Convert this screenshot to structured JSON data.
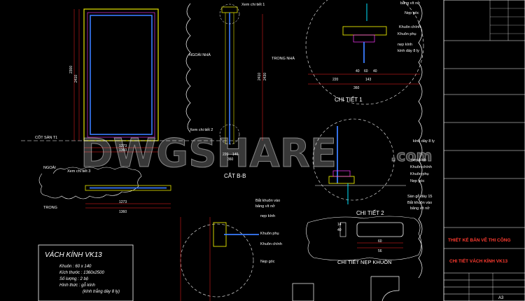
{
  "watermark": "DWGSHARE",
  "watermark_suffix": ".com",
  "elevation": {
    "outside_label": "NGOÀI NHÀ",
    "inside_label": "TRONG NHÀ",
    "floor_label": "CỐT SÀN T1",
    "detail_callout": "Xem chi tiết 2",
    "dims": {
      "h1": "2300",
      "h2": "2410",
      "w1": "1273",
      "w2": "1360",
      "r1": "2410",
      "r2": "2430"
    }
  },
  "section_bb": {
    "title": "CẮT B-B",
    "callout_top": "Xem chi tiết 1",
    "callout_bottom": "Xem chi tiết 2",
    "dims": {
      "a": "220",
      "b": "140",
      "c": "360"
    }
  },
  "detail1": {
    "title": "CHI TIẾT 1",
    "labels": [
      "băng vít nở",
      "Nẹp góc",
      "Khuôn chính",
      "Khuôn phụ",
      "nẹp kính",
      "kính dày 8 ly"
    ],
    "dims": {
      "a": "220",
      "b": "143",
      "c": "360",
      "d": "40",
      "e": "60",
      "f": "40"
    }
  },
  "detail2": {
    "title": "CHI TIẾT 2",
    "labels": [
      "kính dày 8 ly",
      "nẹp kính",
      "Khuôn chính",
      "Khuôn phụ",
      "Nẹp góc",
      "Sàn gỗ dày 15",
      "Bắt khuôn vào",
      "băng vít nở"
    ]
  },
  "detail3": {
    "labels": [
      "Bắt khuôn vào",
      "băng vít nở",
      "nẹp kính",
      "Khuôn phụ",
      "Khuôn chính",
      "Nẹp góc"
    ]
  },
  "plan": {
    "outside_label": "NGOÀI",
    "inside_label": "TRONG",
    "callout": "Xem chi tiết 3",
    "dims": {
      "w1": "1273",
      "w2": "1360"
    }
  },
  "nep_khuon": {
    "title": "CHI TIẾT NẸP KHUÔN",
    "dims": {
      "a": "60",
      "b": "56",
      "c": "40",
      "d": "14"
    }
  },
  "info": {
    "title": "VÁCH KÍNH VK13",
    "lines": [
      "Khuôn : 60 x 140",
      "Kích thước : 1360x2500",
      "Số lượng : 2 bộ",
      "Hình thức : gỗ kính",
      "(kính trắng dày 8 ly)"
    ]
  },
  "title_block": {
    "project": "THIẾT KẾ BẢN VẼ THI CÔNG",
    "drawing": "CHI TIẾT VÁCH KÍNH VK13",
    "sheet_size": "A3"
  },
  "colors": {
    "background": "#000000",
    "door_yellow": "#e6e600",
    "glass_blue": "#3a7dff",
    "dim_red": "#ff2020",
    "magenta": "#ff3bff",
    "cyan": "#00e5ff",
    "title_red": "#ff3b30",
    "white": "#ffffff"
  }
}
